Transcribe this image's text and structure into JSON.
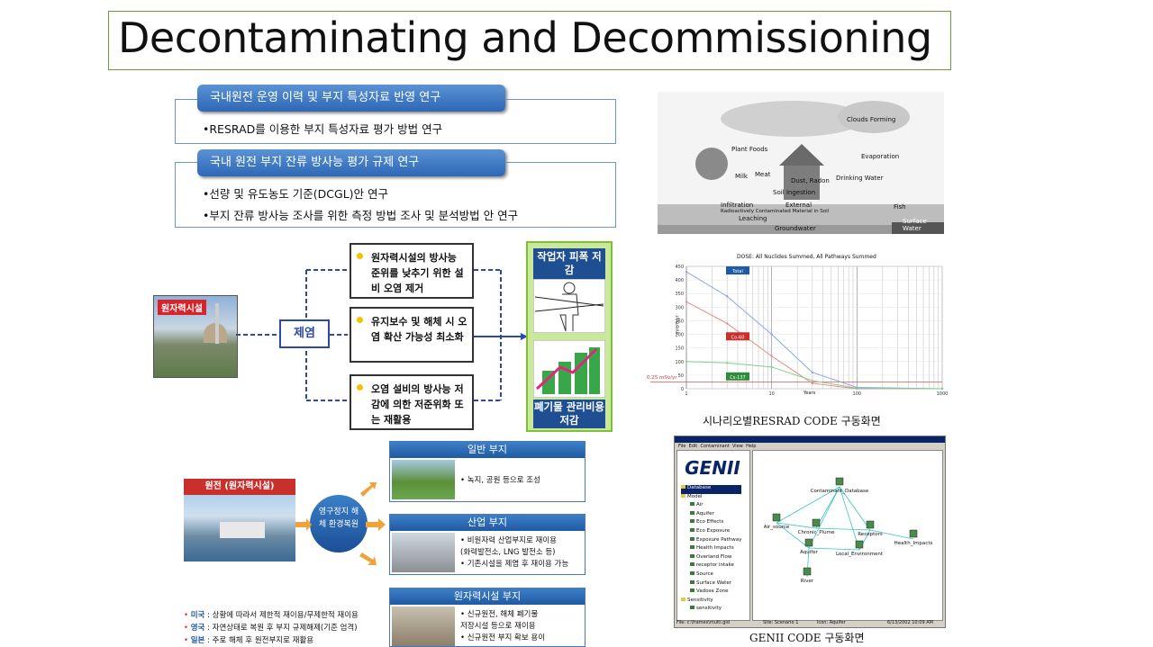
{
  "title": "Decontaminating and Decommissioning",
  "research": {
    "panel1": {
      "tab": "국내원전 운영 이력 및 부지 특성자료 반영 연구",
      "bullets": [
        "•RESRAD를 이용한 부지 특성자료 평가 방법 연구"
      ]
    },
    "panel2": {
      "tab": "국내 원전 부지 잔류 방사능 평가 규제 연구",
      "bullets": [
        "•선량 및 유도농도 기준(DCGL)안  연구",
        "•부지 잔류 방사능 조사를 위한 측정 방법 조사 및 분석방법 안 연구"
      ]
    }
  },
  "flow": {
    "facility_label": "원자력시설",
    "center_label": "제염",
    "items": [
      "원자력시설의 방사능 준위를 낮추기 위한 설비 오염 제거",
      "유지보수 및 해체 시 오염 확산 가능성 최소화",
      "오염 설비의 방사능 저감에 의한 저준위화 또는 재활용"
    ],
    "result_top": "작업자 피폭 저감",
    "result_bottom": "폐기물 관리비용 저감"
  },
  "pathway_diagram": {
    "labels": [
      "Clouds Forming",
      "Plant Foods",
      "Milk",
      "Meat",
      "Dust, Radon",
      "Soil Ingestion",
      "Drinking Water",
      "Evaporation",
      "External",
      "Infiltration",
      "Leaching",
      "Radioactively Contaminated Material in Soil",
      "Groundwater",
      "Fish",
      "Surface Water"
    ]
  },
  "dose_chart": {
    "title": "DOSE: All Nuclides Summed, All Pathways Summed",
    "ylabel": "mrem/yr",
    "xlabel": "Years",
    "threshold_label": "0.25 mSv/yr",
    "series_tags": [
      "Total",
      "Co-60",
      "Cs-137"
    ],
    "y_ticks": [
      "450",
      "400",
      "350",
      "300",
      "250",
      "200",
      "150",
      "100",
      "50",
      "0"
    ],
    "x_ticks": [
      "1",
      "10",
      "100",
      "1000"
    ],
    "caption": "시나리오별RESRAD  CODE  구동화면"
  },
  "chart_data": {
    "type": "line",
    "title": "DOSE: All Nuclides Summed, All Pathways Summed",
    "xlabel": "Years",
    "ylabel": "mrem/yr",
    "xscale": "log",
    "xlim": [
      1,
      1000
    ],
    "ylim": [
      0,
      450
    ],
    "series": [
      {
        "name": "Total",
        "x": [
          1,
          3,
          10,
          30,
          100,
          1000
        ],
        "values": [
          430,
          340,
          200,
          60,
          5,
          0
        ]
      },
      {
        "name": "Co-60",
        "x": [
          1,
          3,
          10,
          30,
          100,
          1000
        ],
        "values": [
          320,
          240,
          120,
          20,
          0,
          0
        ]
      },
      {
        "name": "Cs-137",
        "x": [
          1,
          3,
          10,
          30,
          100,
          1000
        ],
        "values": [
          100,
          95,
          80,
          30,
          2,
          0
        ]
      }
    ]
  },
  "genii": {
    "logo": "GENII",
    "menu": [
      "File",
      "Edit",
      "Contaminant",
      "View",
      "Help"
    ],
    "tree": [
      "Database",
      "Model",
      "Air",
      "Aquifer",
      "Eco Effects",
      "Eco Exposure",
      "Exposure Pathway",
      "Health Impacts",
      "Overland Flow",
      "receptor intake",
      "Source",
      "Surface Water",
      "Vadose Zone",
      "Sensitivity",
      "sensitivity"
    ],
    "nodes": [
      "Contaminant_Database",
      "Air_source",
      "Chronic_Plume",
      "Receptors",
      "Health_Impacts",
      "Aquifer",
      "Local_Environment",
      "River"
    ],
    "status": [
      "File: c:\\frames\\multi.gid",
      "Site: Scenario 1",
      "Icon: Aquifer",
      "6/13/2002 10:09 AM"
    ],
    "caption": "GENII  CODE  구동화면"
  },
  "reuse": {
    "plant_label": "원전 (원자력시설)",
    "center": "영구정지 해체 환경복원",
    "boxes": [
      {
        "title": "일반 부지",
        "lines": [
          "•  녹지, 공원 등으로 조성"
        ]
      },
      {
        "title": "산업 부지",
        "lines": [
          "•  비원자력 산업부지로 재이용",
          "   (화력발전소, LNG 발전소 등)",
          "•  기존시설을 제염 후 재이용 가능"
        ]
      },
      {
        "title": "원자력시설 부지",
        "lines": [
          "•  신규원전, 해체 폐기물",
          "   저장시설 등으로 재이용",
          "•  신규원전 부지 확보 용이"
        ]
      }
    ],
    "countries": [
      {
        "name": "미국",
        "text": " : 상황에 따라서 제한적 재이용/무제한적 재이용"
      },
      {
        "name": "영국",
        "text": " : 자연상태로 복원 후 부지 규제해제(기준 엄격)"
      },
      {
        "name": "일본",
        "text": " : 주로 해체 후 원전부지로 재활용"
      }
    ]
  }
}
